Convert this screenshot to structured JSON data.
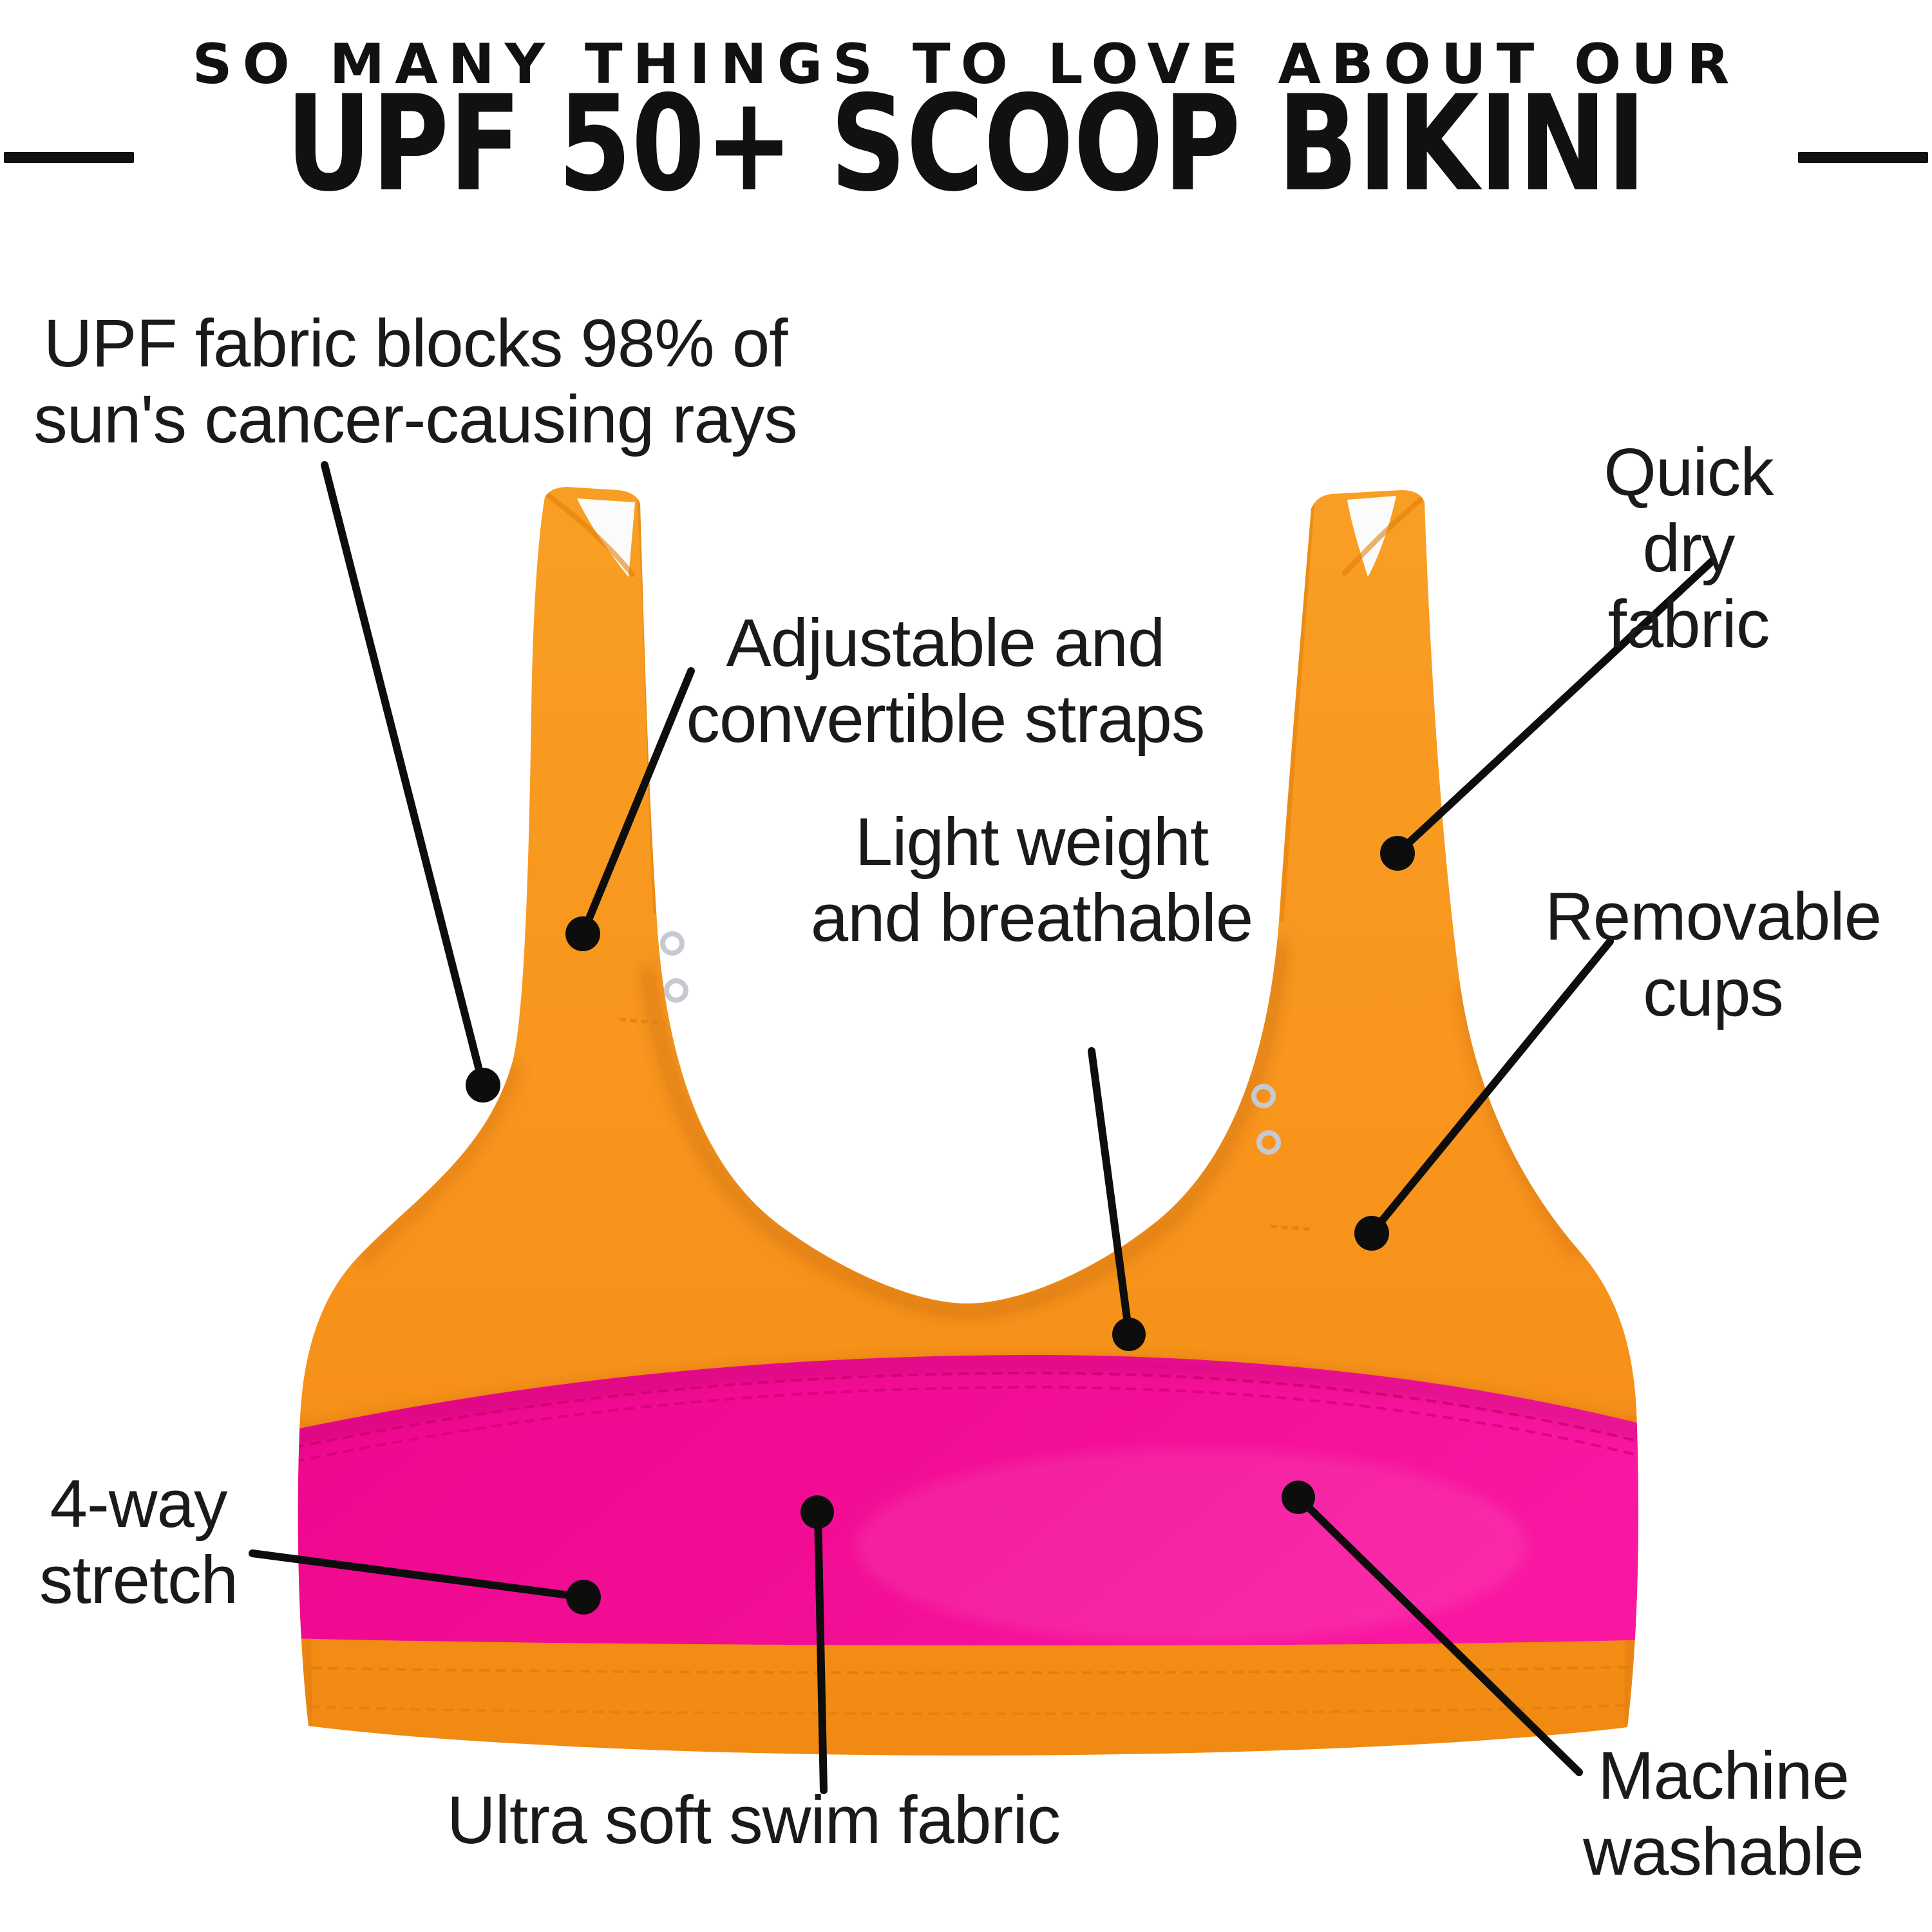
{
  "header": {
    "kicker": "SO MANY THINGS TO LOVE ABOUT OUR",
    "title": "UPF 50+ SCOOP BIKINI"
  },
  "product": {
    "item": "scoop bikini top",
    "colors": {
      "orange": "#F8951C",
      "pink": "#F20C93",
      "ink": "#111111"
    }
  },
  "callouts": {
    "upf": {
      "text": "UPF fabric blocks 98% of\nsun's cancer-causing rays"
    },
    "quick_dry": {
      "text": "Quick dry fabric"
    },
    "adjustable": {
      "text": "Adjustable and\nconvertible straps"
    },
    "light_weight": {
      "text": "Light weight\nand breathable"
    },
    "removable": {
      "text": "Removable\ncups"
    },
    "four_way": {
      "text": "4-way\nstretch"
    },
    "ultra_soft": {
      "text": "Ultra soft swim fabric"
    },
    "machine": {
      "text": "Machine\nwashable"
    }
  }
}
